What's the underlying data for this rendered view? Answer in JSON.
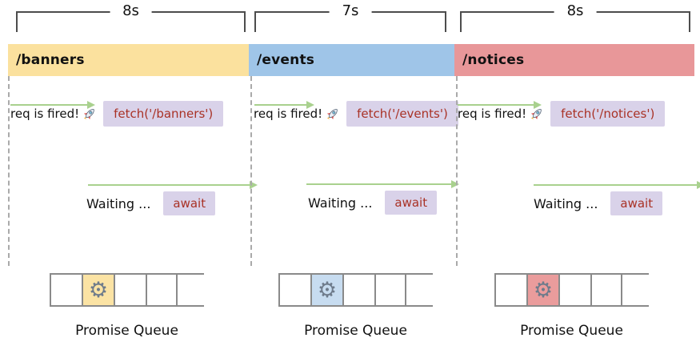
{
  "glyphs": {
    "gear": "⚙"
  },
  "colors": {
    "banners_bar": "#FBE19E",
    "events_bar": "#9FC5E8",
    "notices_bar": "#E89799",
    "code_box_bg": "#D9D2E9",
    "code_text": "#A93226",
    "arrow_green": "#A9D18E",
    "bracket": "#4d4d4d",
    "queue_rail": "#8a8a8a"
  },
  "sections": [
    {
      "duration": "8s",
      "route": "/banners",
      "fired_label": "req is fired!",
      "fetch_code": "fetch('/banners')",
      "waiting_label": "Waiting ...",
      "await_code": "await",
      "queue_label": "Promise Queue"
    },
    {
      "duration": "7s",
      "route": "/events",
      "fired_label": "req is fired!",
      "fetch_code": "fetch('/events')",
      "waiting_label": "Waiting ...",
      "await_code": "await",
      "queue_label": "Promise Queue"
    },
    {
      "duration": "8s",
      "route": "/notices",
      "fired_label": "req is fired!",
      "fetch_code": "fetch('/notices')",
      "waiting_label": "Waiting ...",
      "await_code": "await",
      "queue_label": "Promise Queue"
    }
  ]
}
